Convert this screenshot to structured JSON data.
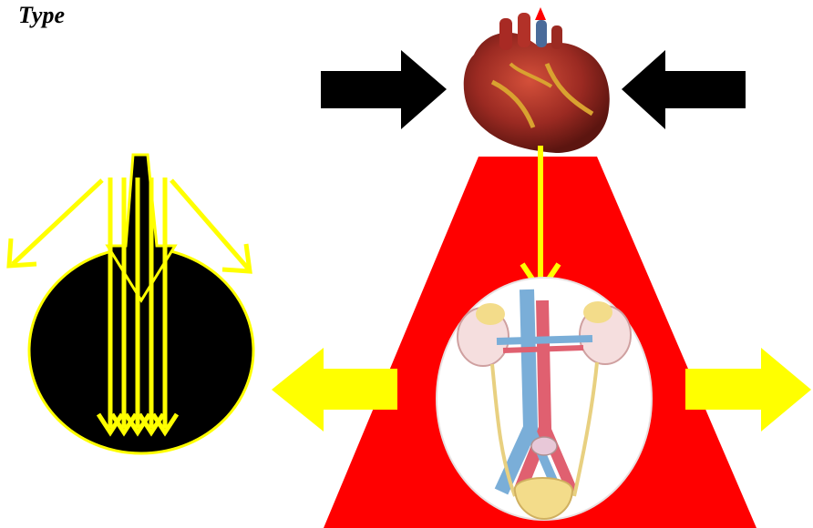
{
  "heading": {
    "text": "Type"
  },
  "colors": {
    "red": "#ff0000",
    "yellow": "#ffff00",
    "black": "#000000",
    "white": "#ffffff"
  },
  "icons": {
    "heart": "heart-illustration",
    "kidneys": "kidneys-aorta-illustration"
  }
}
